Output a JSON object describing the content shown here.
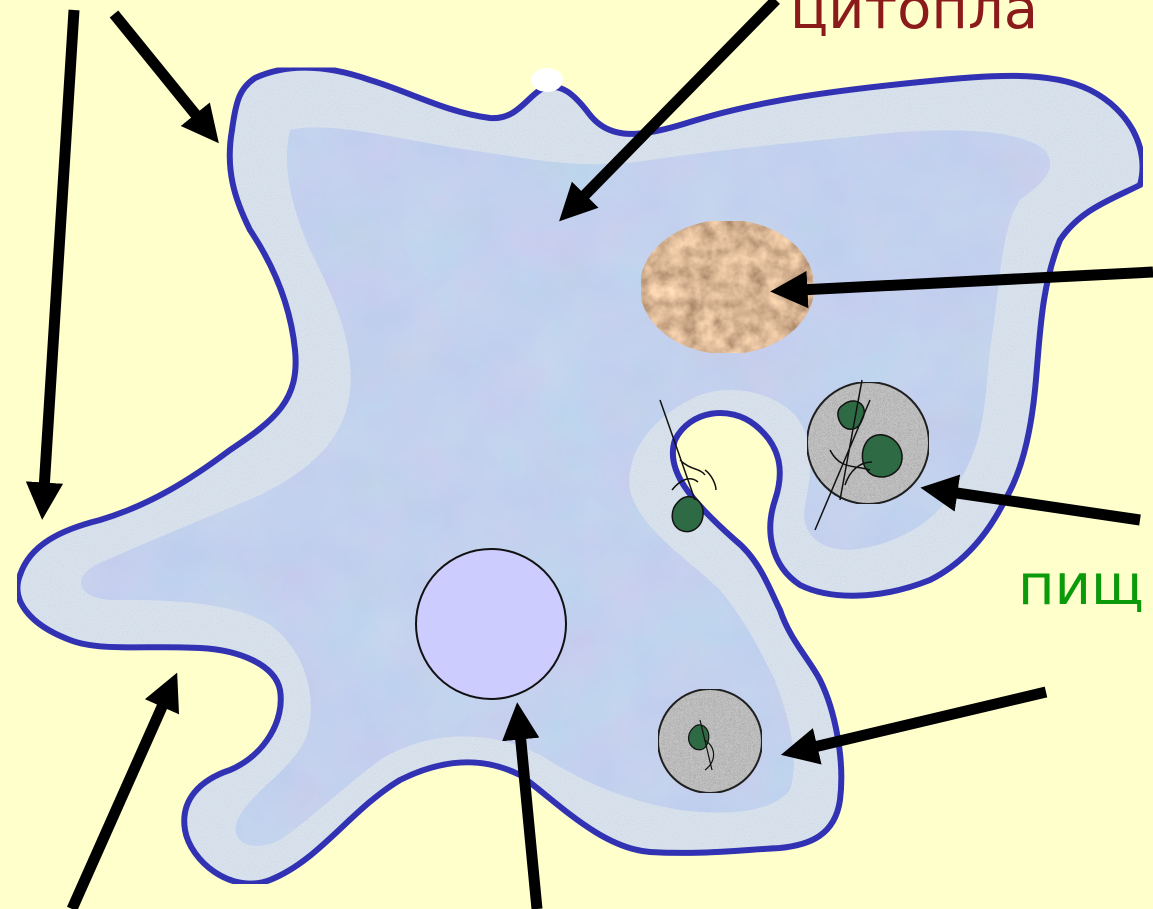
{
  "labels": {
    "cytoplasm_fragment": "цитопла",
    "digestive_vacuole_fragment": "пищ"
  },
  "colors": {
    "background": "#ffffcc",
    "cell_outline": "#3333bb",
    "cytoplasm_fill": "#cfdcee",
    "nucleus_fill": "#5a3a22",
    "contractile_vacuole_fill": "#ccccff",
    "food_vacuole_fill": "#c8c8c8",
    "food_particle_fill": "#2e6b44",
    "arrow_color": "#000000",
    "label_cytoplasm_color": "#8b1a1a",
    "label_digestive_color": "#0a9a0a"
  },
  "parts": [
    "cell-membrane",
    "ectoplasm",
    "endoplasm",
    "nucleus",
    "contractile-vacuole",
    "digestive-vacuole",
    "food-vacuole-small",
    "pseudopod",
    "ingested-food"
  ]
}
